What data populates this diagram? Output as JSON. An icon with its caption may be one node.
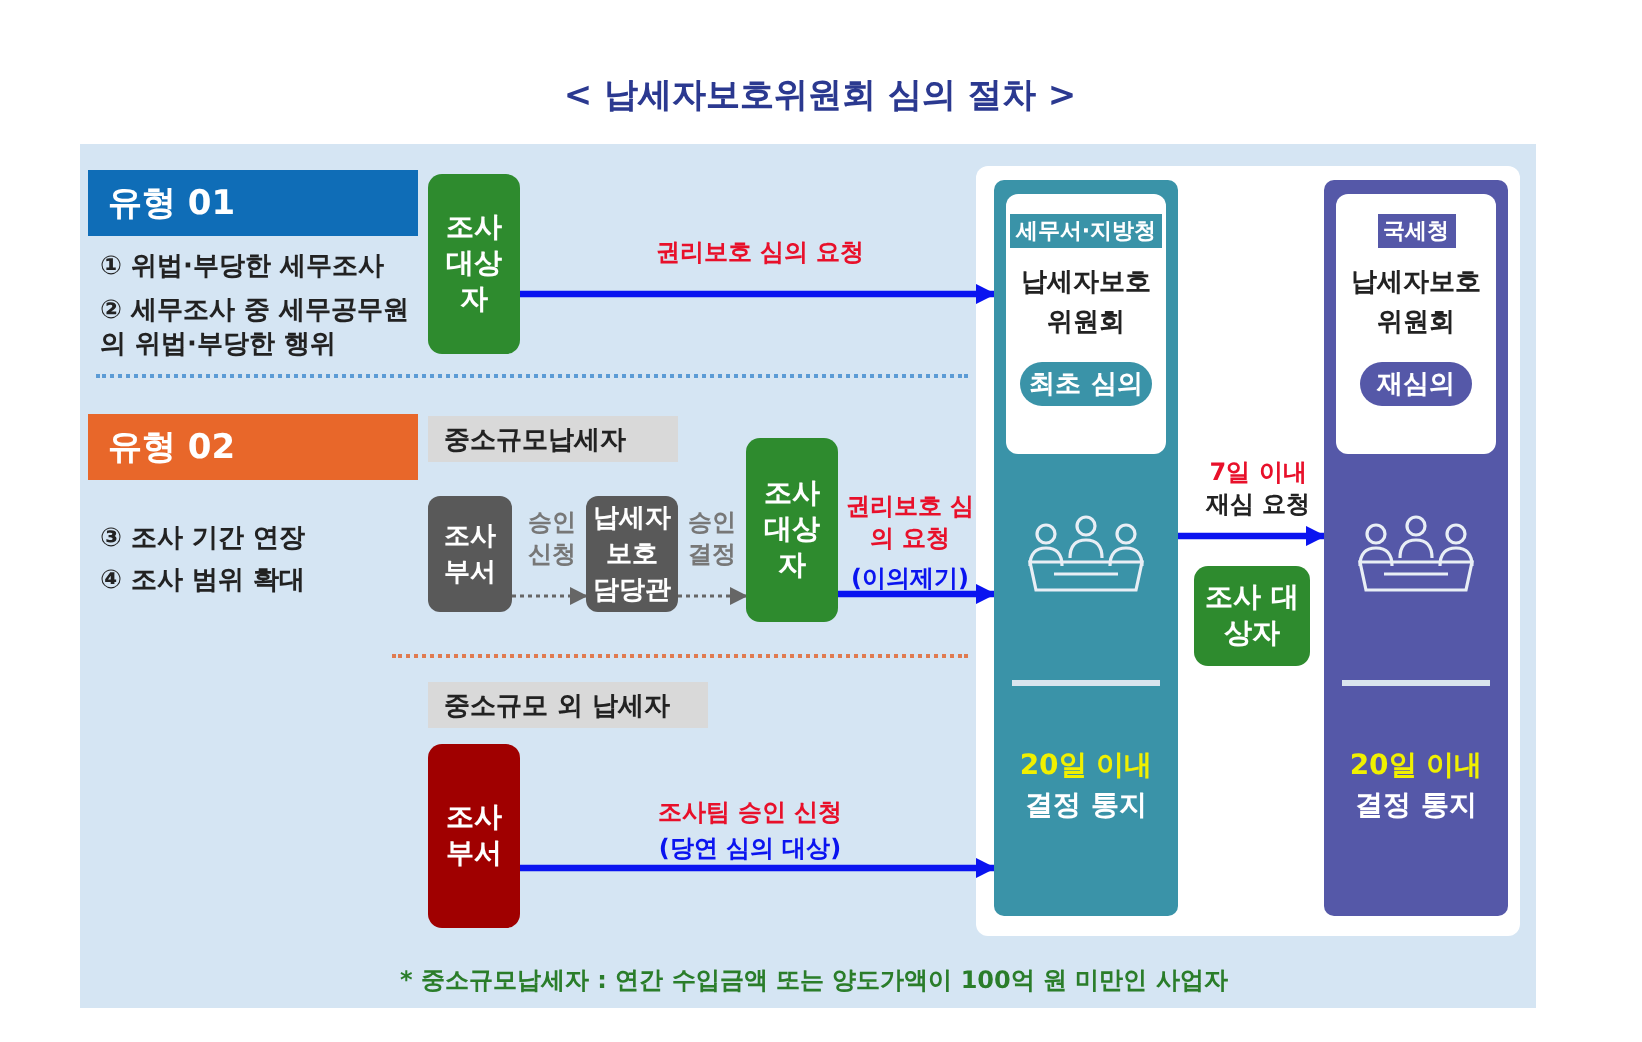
{
  "diagram": {
    "title": "< 납세자보호위원회 심의 절차 >",
    "nodes": [
      {
        "text": [
          "유형 01"
        ]
      },
      {
        "text": [
          "조사 대상자"
        ]
      },
      {
        "text": [
          "유형 02"
        ]
      },
      {
        "text": [
          "중소규모납세자"
        ]
      },
      {
        "text": [
          "조사 부서"
        ]
      },
      {
        "text": [
          "납세자 보호 담당관"
        ]
      },
      {
        "text": [
          "조사 대상자"
        ]
      },
      {
        "text": [
          "중소규모 외 납세자"
        ]
      },
      {
        "text": [
          "조사 부서"
        ]
      },
      {
        "text": [
          "20일 이내",
          "결정 통지"
        ]
      },
      {
        "text": [
          "세무서·지방청",
          "납세자보호 위원회"
        ],
        "in": 9
      },
      {
        "text": [
          "최초 심의"
        ],
        "in": 10
      },
      {
        "text": [
          "20일 이내",
          "결정 통지"
        ]
      },
      {
        "text": [
          "국세청",
          "납세자보호 위원회"
        ],
        "in": 12
      },
      {
        "text": [
          "재심의"
        ],
        "in": 13
      },
      {
        "text": [
          "조사 대상자"
        ]
      }
    ],
    "edges": [
      {
        "from": 1,
        "to": 9,
        "arrow": "to",
        "label": "권리보호 심의 요청"
      },
      {
        "from": 4,
        "to": 5,
        "arrow": "to",
        "label": "승인 신청",
        "style": "dashed",
        "color": "#666666"
      },
      {
        "from": 5,
        "to": 6,
        "arrow": "to",
        "label": "승인 결정",
        "style": "dashed",
        "color": "#666666"
      },
      {
        "from": 6,
        "to": 9,
        "arrow": "to",
        "label": "권리보호 심의 요청"
      },
      {
        "from": 8,
        "to": 9,
        "arrow": "to",
        "label": "조사팀 승인 신청"
      },
      {
        "from": 9,
        "to": 12,
        "arrow": "to",
        "label": "7일 이내"
      }
    ],
    "labels": [
      "① 위법·부당한 세무조사",
      "② 세무조사 중 세무공무원의 위법·부당한 행위",
      "③ 조사 기간 연장",
      "④ 조사 범위 확대",
      "(이의제기)",
      "재심 요청",
      "(당연 심의 대상)",
      "* 중소규모납세자 : 연간 수입금액 또는 양도가액이 100억 원 미만인 사업자"
    ]
  }
}
